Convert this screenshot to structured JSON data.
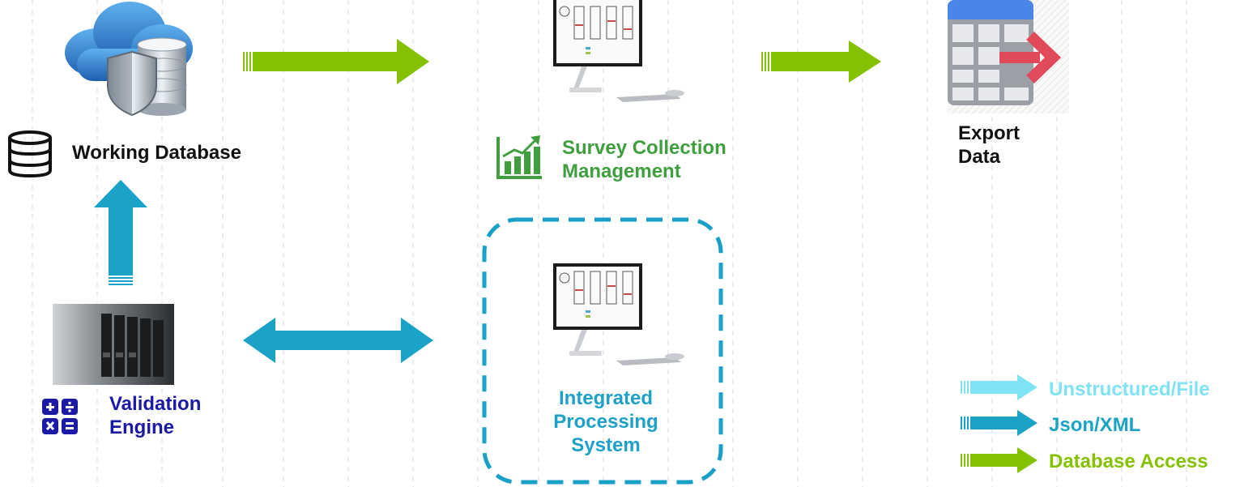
{
  "nodes": {
    "working_database": {
      "label": "Working Database"
    },
    "survey_collection": {
      "label_line1": "Survey Collection",
      "label_line2": "Management"
    },
    "export_data": {
      "label_line1": "Export",
      "label_line2": "Data"
    },
    "validation_engine": {
      "label_line1": "Validation",
      "label_line2": "Engine"
    },
    "integrated_processing": {
      "label_line1": "Integrated",
      "label_line2": "Processing",
      "label_line3": "System"
    }
  },
  "legend": [
    {
      "label": "Unstructured/File",
      "color": "#7fe3f3"
    },
    {
      "label": "Json/XML",
      "color": "#1aa3c6"
    },
    {
      "label": "Database Access",
      "color": "#84c100"
    }
  ],
  "colors": {
    "database_access": "#84c100",
    "json_xml": "#1aa3c6",
    "survey_green": "#3f9f3f",
    "validation_blue": "#1a1aa6",
    "integrated_teal": "#1ea0c8",
    "black_text": "#111111",
    "dashed_border": "#1a9fc7"
  },
  "icons": [
    "database-cloud-shield-icon",
    "monitor-dashboard-icon",
    "table-export-icon",
    "server-rack-icon",
    "calculator-icon",
    "chart-growth-icon",
    "database-outline-icon"
  ]
}
